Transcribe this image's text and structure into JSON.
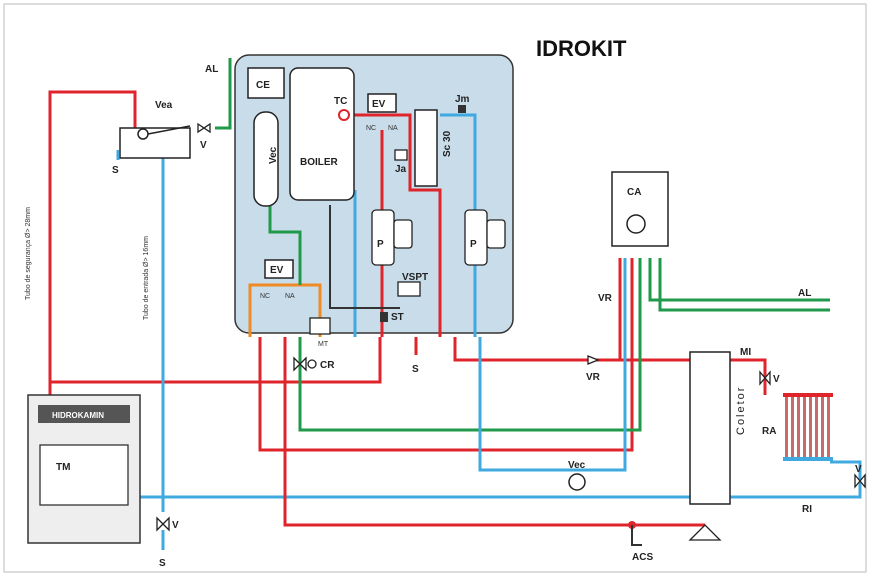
{
  "title": "IDROKIT",
  "labels": {
    "al_top": "AL",
    "vea": "Vea",
    "v_top": "V",
    "s_left": "S",
    "ce": "CE",
    "vec_tank": "Vec",
    "boiler": "BOILER",
    "tc": "TC",
    "ev_top": "EV",
    "nc_top": "NC",
    "na_top": "NA",
    "ja": "Ja",
    "jm": "Jm",
    "sc30": "Sc 30",
    "p_left": "P",
    "p_right": "P",
    "vspt": "VSPT",
    "st": "ST",
    "s_mid": "S",
    "ev_low": "EV",
    "nc_low": "NC",
    "na_low": "NA",
    "mt": "MT",
    "cr": "CR",
    "ca": "CA",
    "vr_ca": "VR",
    "al_right": "AL",
    "vr_mid": "VR",
    "mi": "MI",
    "v_mi": "V",
    "coletor": "Coletor",
    "ra": "RA",
    "vec_bottom": "Vec",
    "v_ri": "V",
    "ri": "RI",
    "tm": "TM",
    "brand": "HIDROKAMIN",
    "v_bottom": "V",
    "s_bottom": "S",
    "acs": "ACS",
    "tube_safety": "Tubo de segurança Ø> 28mm",
    "tube_supply": "Tubo de entrada Ø> 16mm"
  },
  "colors": {
    "hot": "#e0242b",
    "cold": "#3fa9e0",
    "green": "#1f9a4a",
    "orange": "#f08a24",
    "panel": "#c9dcea"
  }
}
